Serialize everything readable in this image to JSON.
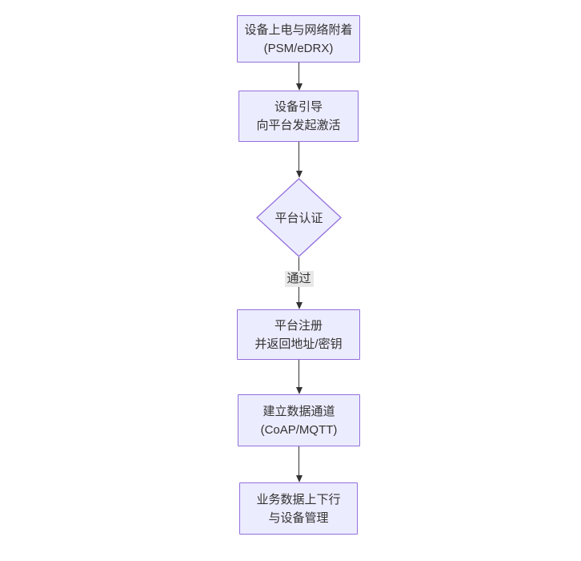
{
  "diagram": {
    "type": "flowchart",
    "direction": "top-down",
    "colors": {
      "node_fill": "#ECECFF",
      "node_border": "#9370DB",
      "edge_line": "#333333",
      "text": "#333333",
      "edge_label_bg": "#e8e8e8",
      "background": "#ffffff"
    },
    "nodes": [
      {
        "id": "power-attach",
        "shape": "rect",
        "lines": [
          "设备上电与网络附着",
          "(PSM/eDRX)"
        ]
      },
      {
        "id": "bootstrap",
        "shape": "rect",
        "lines": [
          "设备引导",
          "向平台发起激活"
        ]
      },
      {
        "id": "platform-auth",
        "shape": "diamond",
        "lines": [
          "平台认证"
        ]
      },
      {
        "id": "register",
        "shape": "rect",
        "lines": [
          "平台注册",
          "并返回地址/密钥"
        ]
      },
      {
        "id": "data-channel",
        "shape": "rect",
        "lines": [
          "建立数据通道",
          "(CoAP/MQTT)"
        ]
      },
      {
        "id": "business",
        "shape": "rect",
        "lines": [
          "业务数据上下行",
          "与设备管理"
        ]
      }
    ],
    "edges": [
      {
        "from": "power-attach",
        "to": "bootstrap",
        "label": ""
      },
      {
        "from": "bootstrap",
        "to": "platform-auth",
        "label": ""
      },
      {
        "from": "platform-auth",
        "to": "register",
        "label": "通过"
      },
      {
        "from": "register",
        "to": "data-channel",
        "label": ""
      },
      {
        "from": "data-channel",
        "to": "business",
        "label": ""
      }
    ]
  }
}
